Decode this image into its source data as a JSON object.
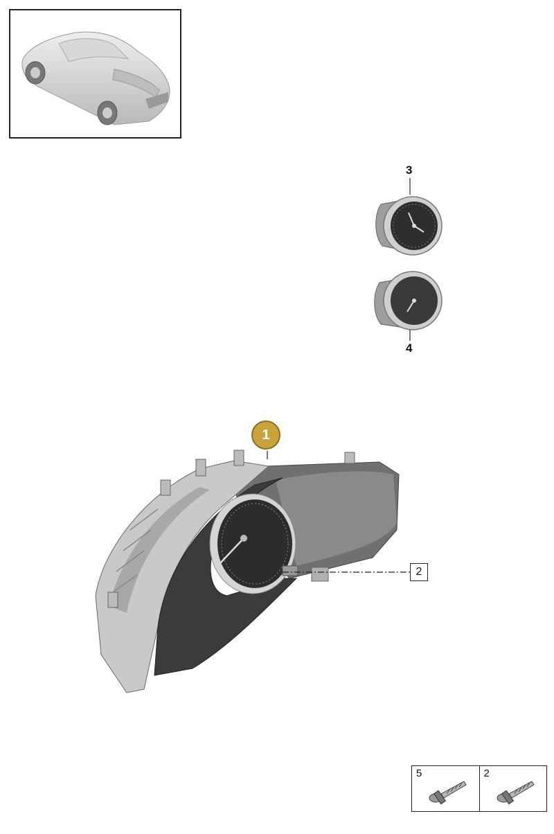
{
  "parts": {
    "clock_upper": {
      "number": "3"
    },
    "clock_lower": {
      "number": "4"
    },
    "instrument_cluster": {
      "number": "1"
    },
    "fastener": {
      "number": "2"
    }
  },
  "legend": [
    {
      "qty": "5",
      "icon": "screw-icon"
    },
    {
      "qty": "2",
      "icon": "screw-icon"
    }
  ],
  "colors": {
    "badge": "#c9a23c",
    "part_dark": "#3a3a3a",
    "part_light": "#c8c8c8"
  }
}
